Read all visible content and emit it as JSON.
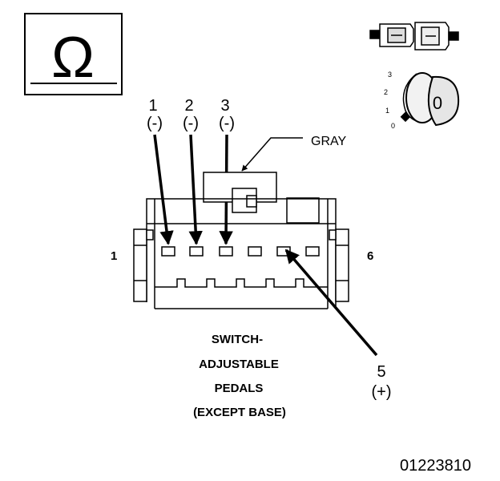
{
  "symbol": {
    "name": "ohm-symbol",
    "glyph": "Ω"
  },
  "ignition_icon": {
    "positions": [
      "3",
      "2",
      "1",
      "0"
    ],
    "key_label": "0"
  },
  "pins_top": [
    {
      "number": "1",
      "polarity": "(-)"
    },
    {
      "number": "2",
      "polarity": "(-)"
    },
    {
      "number": "3",
      "polarity": "(-)"
    }
  ],
  "pin_bottom": {
    "number": "5",
    "polarity": "(+)"
  },
  "wire_label": "GRAY",
  "connector_end_left": "1",
  "connector_end_right": "6",
  "title_lines": [
    "SWITCH-",
    "ADJUSTABLE",
    "PEDALS",
    "(EXCEPT BASE)"
  ],
  "figure_id": "01223810",
  "colors": {
    "ink": "#000000",
    "paper": "#ffffff"
  }
}
